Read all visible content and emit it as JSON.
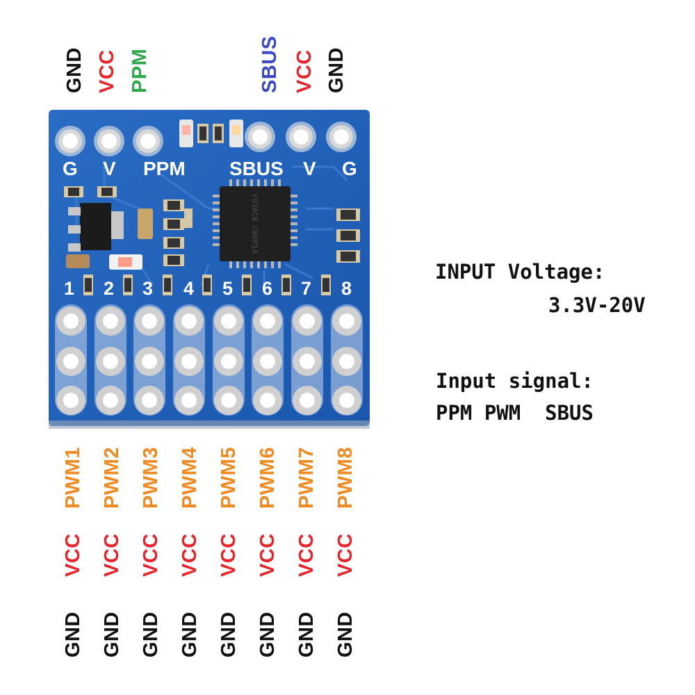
{
  "top_labels": {
    "left_gnd": "GND",
    "left_vcc": "VCC",
    "left_ppm": "PPM",
    "right_sbus": "SBUS",
    "right_vcc": "VCC",
    "right_gnd": "GND"
  },
  "board": {
    "top_silk": [
      "G",
      "V",
      "PPM",
      "SBUS",
      "V",
      "G"
    ],
    "channel_numbers": [
      "1",
      "2",
      "3",
      "4",
      "5",
      "6",
      "7",
      "8"
    ],
    "board_color": "#1f5fb8",
    "chip_text": "F03ACB CW8P1A"
  },
  "info": {
    "voltage_title": "INPUT Voltage:",
    "voltage_value": "3.3V-20V",
    "signal_title": "Input signal:",
    "signal_value": "PPM PWM  SBUS"
  },
  "bottom_labels": {
    "pwm": [
      "PWM1",
      "PWM2",
      "PWM3",
      "PWM4",
      "PWM5",
      "PWM6",
      "PWM7",
      "PWM8"
    ],
    "vcc": [
      "VCC",
      "VCC",
      "VCC",
      "VCC",
      "VCC",
      "VCC",
      "VCC",
      "VCC"
    ],
    "gnd": [
      "GND",
      "GND",
      "GND",
      "GND",
      "GND",
      "GND",
      "GND",
      "GND"
    ]
  },
  "colors": {
    "gnd": "#111111",
    "vcc": "#e8232a",
    "ppm": "#2ea84a",
    "sbus": "#3b49c7",
    "pwm": "#f08a22"
  }
}
